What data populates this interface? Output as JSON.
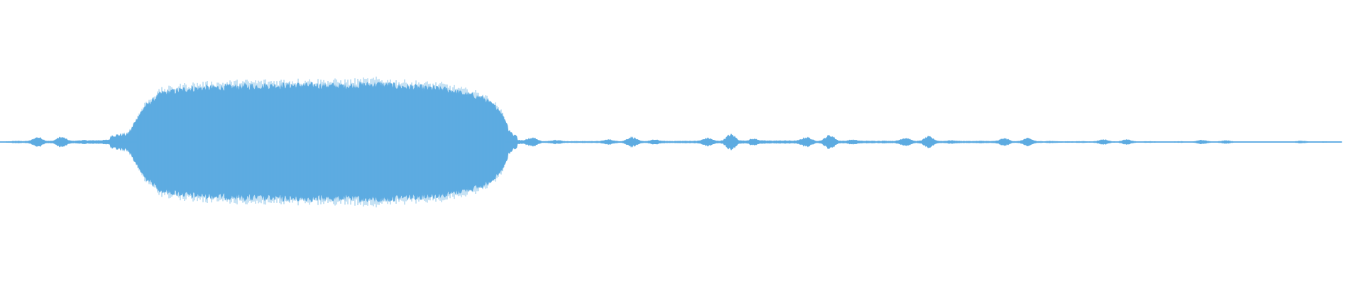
{
  "waveform": {
    "color": "#5dabe1",
    "background": "#ffffff",
    "amplitude_profile": [
      {
        "t": 0.0,
        "a": 0.02
      },
      {
        "t": 0.02,
        "a": 0.05
      },
      {
        "t": 0.05,
        "a": 0.06
      },
      {
        "t": 0.07,
        "a": 0.09
      },
      {
        "t": 0.095,
        "a": 0.15
      },
      {
        "t": 0.108,
        "a": 0.6
      },
      {
        "t": 0.12,
        "a": 0.82
      },
      {
        "t": 0.14,
        "a": 0.9
      },
      {
        "t": 0.18,
        "a": 0.94
      },
      {
        "t": 0.22,
        "a": 0.96
      },
      {
        "t": 0.26,
        "a": 0.95
      },
      {
        "t": 0.28,
        "a": 0.98
      },
      {
        "t": 0.3,
        "a": 0.94
      },
      {
        "t": 0.33,
        "a": 0.9
      },
      {
        "t": 0.36,
        "a": 0.75
      },
      {
        "t": 0.372,
        "a": 0.55
      },
      {
        "t": 0.382,
        "a": 0.15
      },
      {
        "t": 0.395,
        "a": 0.04
      },
      {
        "t": 0.42,
        "a": 0.04
      },
      {
        "t": 0.5,
        "a": 0.05
      },
      {
        "t": 0.56,
        "a": 0.08
      },
      {
        "t": 0.6,
        "a": 0.07
      },
      {
        "t": 0.65,
        "a": 0.06
      },
      {
        "t": 0.72,
        "a": 0.05
      },
      {
        "t": 0.8,
        "a": 0.03
      },
      {
        "t": 0.9,
        "a": 0.02
      },
      {
        "t": 0.98,
        "a": 0.01
      },
      {
        "t": 1.0,
        "a": 0.0
      }
    ]
  }
}
